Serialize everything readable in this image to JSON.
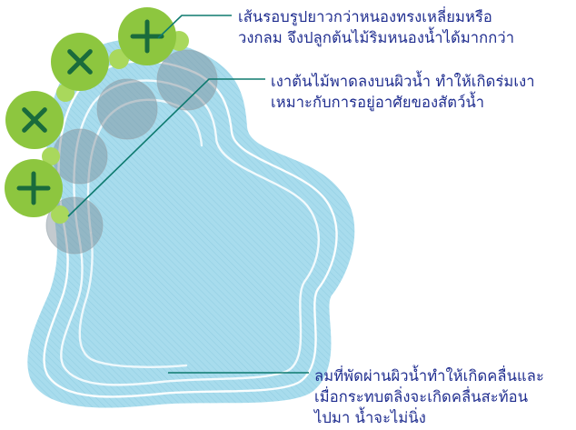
{
  "callouts": [
    {
      "line1": "เส้นรอบรูปยาวกว่าหนองทรงเหลี่ยมหรือ",
      "line2": "วงกลม จึงปลูกต้นไม้ริมหนองน้ำได้มากกว่า"
    },
    {
      "line1": "เงาต้นไม้พาดลงบนผิวน้ำ ทำให้เกิดร่มเงา",
      "line2": "เหมาะกับการอยู่อาศัยของสัตว์น้ำ"
    },
    {
      "line1": "ลมที่พัดผ่านผิวน้ำทำให้เกิดคลื่นและ",
      "line2": "เมื่อกระทบตลิ่งจะเกิดคลื่นสะท้อน",
      "line3": "ไปมา น้ำจะไม่นิ่ง"
    }
  ],
  "colors": {
    "pond_fill": "#a8dced",
    "pond_stripe": "#93cfe3",
    "ripple": "#ffffff",
    "tree_canopy": "#8dc63f",
    "tree_mark": "#1a6b3c",
    "shrub": "#a9d85c",
    "shadow": "#7a8a95",
    "leader_line": "#0e7a6f",
    "text": "#1f2d8f"
  },
  "icons": {
    "tree": "tree-canopy-cross-icon"
  }
}
